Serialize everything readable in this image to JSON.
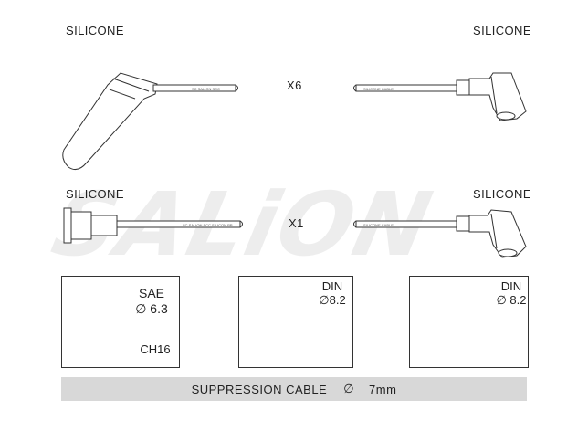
{
  "labels": {
    "top_left": "SILICONE",
    "top_right": "SILICONE",
    "mid_left": "SILICONE",
    "mid_right": "SILICONE",
    "qty_top": "X6",
    "qty_mid": "X1"
  },
  "cable_print": {
    "top_left": "SC SALION SCC",
    "top_right": "SILICONE CABLE",
    "mid_left": "SC SALION SCC  SILICON PR",
    "mid_right": "SILICONE CABLE"
  },
  "connectors": {
    "sae": {
      "standard": "SAE",
      "size": "∅ 6.3",
      "code": "CH16"
    },
    "din_coil": {
      "standard": "DIN",
      "size": "∅8.2"
    },
    "din_distributor": {
      "standard": "DIN",
      "size": "∅ 8.2"
    }
  },
  "footer": {
    "label": "SUPPRESSION CABLE",
    "symbol": "∅",
    "value": "7mm"
  },
  "watermark": "SALiON"
}
